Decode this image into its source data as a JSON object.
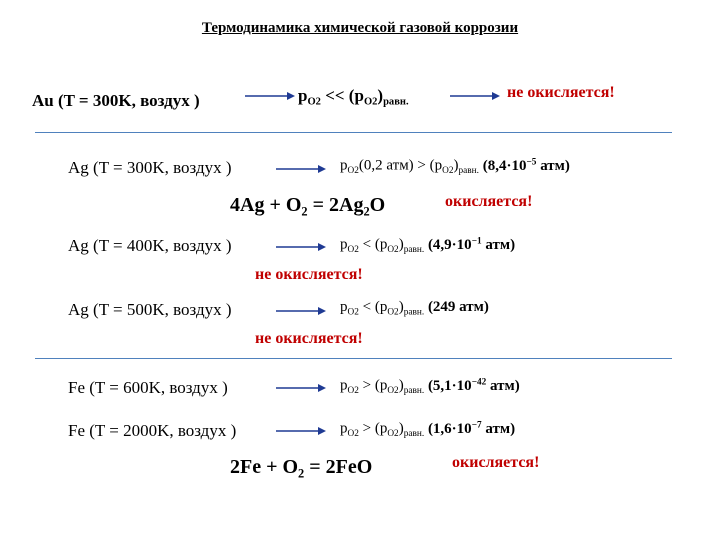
{
  "title": "Термодинамика химической газовой коррозии",
  "rows": [
    {
      "condition": "Au (T = 300K, воздух )",
      "p_main": "p",
      "p_sub": "O2",
      "relation": " << (p",
      "rel_sub": "O2",
      "close": ")",
      "eq_sub": "равн.",
      "value": "",
      "result": "не окисляется!"
    },
    {
      "condition": "Ag (T = 300K, воздух )",
      "p_main": "p",
      "p_sub": "O2",
      "relation": "(0,2 атм) > (p",
      "rel_sub": "O2",
      "close": ")",
      "eq_sub": "равн.",
      "value_pre": " (8,4·10",
      "value_sup": "−5",
      "value_post": " атм)"
    },
    {
      "condition": "Ag (T = 400K, воздух )",
      "p_main": "p",
      "p_sub": "O2",
      "relation": " < (p",
      "rel_sub": "O2",
      "close": ")",
      "eq_sub": "равн.",
      "value_pre": " (4,9·10",
      "value_sup": "−1",
      "value_post": " атм)",
      "result": "не окисляется!"
    },
    {
      "condition": "Ag (T = 500K, воздух )",
      "p_main": "p",
      "p_sub": "O2",
      "relation": " < (p",
      "rel_sub": "O2",
      "close": ")",
      "eq_sub": "равн.",
      "value_pre": " (249 атм)",
      "result": "не окисляется!"
    },
    {
      "condition": "Fe (T = 600K, воздух )",
      "p_main": "p",
      "p_sub": "O2",
      "relation": " > (p",
      "rel_sub": "O2",
      "close": ")",
      "eq_sub": "равн.",
      "value_pre": " (5,1·10",
      "value_sup": "−42",
      "value_post": " атм)"
    },
    {
      "condition": "Fe (T = 2000K, воздух )",
      "p_main": "p",
      "p_sub": "O2",
      "relation": " > (p",
      "rel_sub": "O2",
      "close": ")",
      "eq_sub": "равн.",
      "value_pre": " (1,6·10",
      "value_sup": "−7",
      "value_post": " атм)"
    }
  ],
  "reactions": [
    {
      "a": "4Ag + O",
      "a_sub": "2",
      "b": " = 2Ag",
      "b_sub": "2",
      "c": "O",
      "result": "окисляется!"
    },
    {
      "a": "2Fe + O",
      "a_sub": "2",
      "b": " = 2FeO",
      "b_sub": "",
      "c": "",
      "result": "окисляется!"
    }
  ],
  "colors": {
    "text": "#000000",
    "accent_red": "#c00000",
    "arrow": "#1f3a93",
    "separator": "#4f81bd"
  }
}
